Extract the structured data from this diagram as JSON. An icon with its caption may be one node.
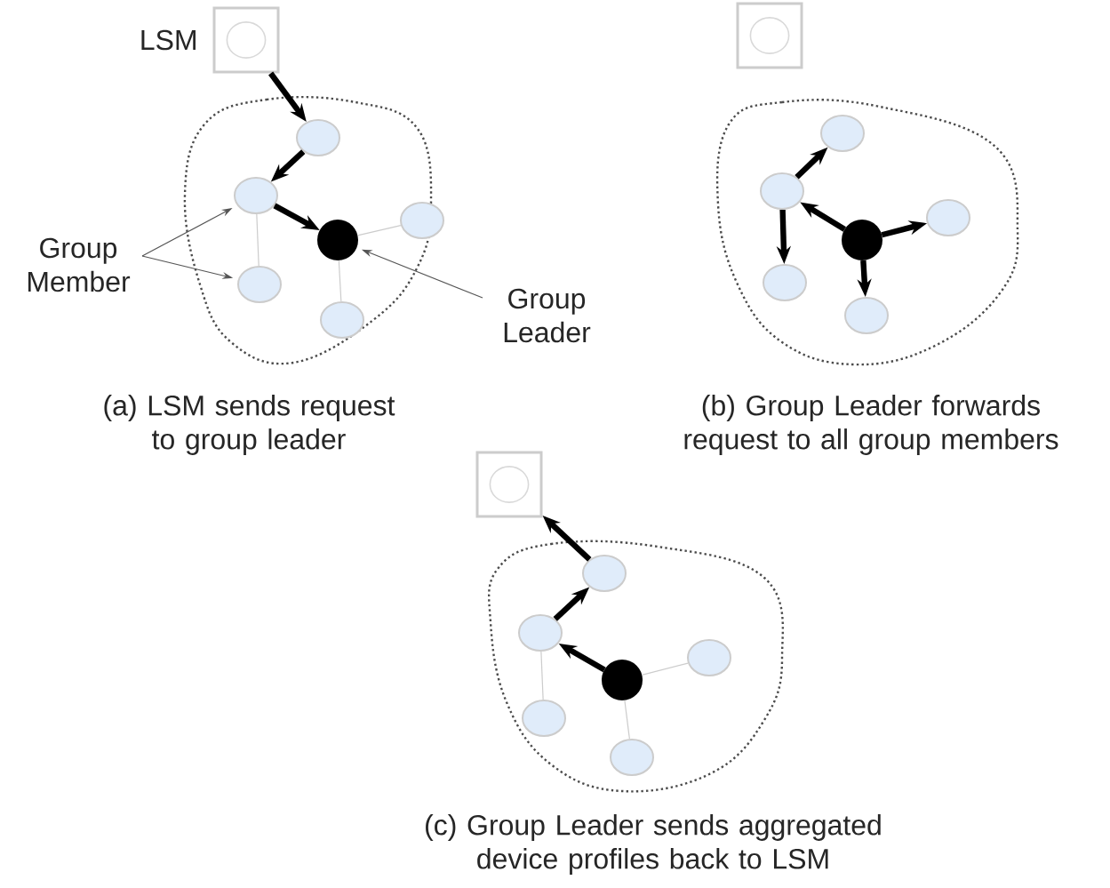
{
  "diagram": {
    "nodes": [
      {
        "text": [],
        "shape": "box",
        "beside": [
          "LSM"
        ]
      },
      {
        "text": [],
        "shape": "cloud"
      },
      {
        "text": [],
        "shape": "circle",
        "in": 1
      },
      {
        "text": [],
        "shape": "circle",
        "in": 1
      },
      {
        "text": [],
        "shape": "circle",
        "in": 1
      },
      {
        "text": [],
        "shape": "circle",
        "in": 1
      },
      {
        "text": [],
        "shape": "circle",
        "in": 1
      },
      {
        "text": [],
        "shape": "circle",
        "in": 1
      },
      {
        "text": [
          "Group Member"
        ]
      },
      {
        "text": [
          "Group Leader"
        ]
      },
      {
        "text": [],
        "shape": "box"
      },
      {
        "text": [],
        "shape": "cloud"
      },
      {
        "text": [],
        "shape": "circle",
        "in": 11
      },
      {
        "text": [],
        "shape": "circle",
        "in": 11
      },
      {
        "text": [],
        "shape": "circle",
        "in": 11
      },
      {
        "text": [],
        "shape": "circle",
        "in": 11
      },
      {
        "text": [],
        "shape": "circle",
        "in": 11
      },
      {
        "text": [],
        "shape": "circle",
        "in": 11
      },
      {
        "text": [],
        "shape": "box"
      },
      {
        "text": [],
        "shape": "cloud"
      },
      {
        "text": [],
        "shape": "circle",
        "in": 19
      },
      {
        "text": [],
        "shape": "circle",
        "in": 19
      },
      {
        "text": [],
        "shape": "circle",
        "in": 19
      },
      {
        "text": [],
        "shape": "circle",
        "in": 19
      },
      {
        "text": [],
        "shape": "circle",
        "in": 19
      },
      {
        "text": [],
        "shape": "circle",
        "in": 19
      }
    ],
    "edges": [
      {
        "from": 0,
        "to": 2,
        "arrow": "to"
      },
      {
        "from": 2,
        "to": 3,
        "arrow": "to"
      },
      {
        "from": 3,
        "to": 4,
        "arrow": "to"
      },
      {
        "from": 3,
        "to": 6,
        "arrow": "none",
        "color": "#cccccc"
      },
      {
        "from": 4,
        "to": 5,
        "arrow": "none",
        "color": "#cccccc"
      },
      {
        "from": 4,
        "to": 7,
        "arrow": "none",
        "color": "#cccccc"
      },
      {
        "from": 8,
        "to": 3,
        "arrow": "to",
        "color": "#555555"
      },
      {
        "from": 8,
        "to": 6,
        "arrow": "to",
        "color": "#555555"
      },
      {
        "from": 9,
        "to": 4,
        "arrow": "to",
        "color": "#555555"
      },
      {
        "from": 13,
        "to": 12,
        "arrow": "to"
      },
      {
        "from": 14,
        "to": 13,
        "arrow": "to"
      },
      {
        "from": 14,
        "to": 15,
        "arrow": "to"
      },
      {
        "from": 13,
        "to": 16,
        "arrow": "to"
      },
      {
        "from": 14,
        "to": 17,
        "arrow": "to"
      },
      {
        "from": 20,
        "to": 18,
        "arrow": "to"
      },
      {
        "from": 21,
        "to": 20,
        "arrow": "to"
      },
      {
        "from": 22,
        "to": 21,
        "arrow": "to"
      },
      {
        "from": 21,
        "to": 24,
        "arrow": "none",
        "color": "#cccccc"
      },
      {
        "from": 22,
        "to": 23,
        "arrow": "none",
        "color": "#cccccc"
      },
      {
        "from": 22,
        "to": 25,
        "arrow": "none",
        "color": "#cccccc"
      }
    ],
    "labels": [
      "(a) LSM sends request to group leader",
      "(b) Group Leader forwards request to all group members",
      "(c) Group Leader sends aggregated device profiles back to LSM"
    ]
  }
}
